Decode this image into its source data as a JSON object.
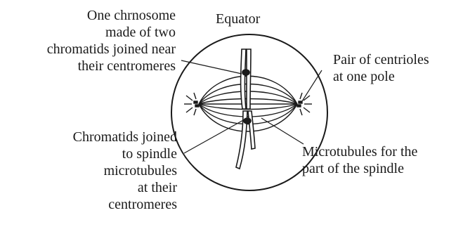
{
  "diagram": {
    "labels": {
      "equator": "Equator",
      "chromosome": [
        "One chrnosome",
        "made of two",
        "chromatids joined near",
        "their centromeres"
      ],
      "centrioles": [
        "Pair of centrioles",
        "at one pole"
      ],
      "chromatids_spindle": [
        "Chromatids joined",
        "to spindle",
        "microtubules",
        "at their",
        "centromeres"
      ],
      "microtubules": [
        "Microtubules for the",
        "part of the spindle"
      ]
    },
    "colors": {
      "ink": "#1a1a1a",
      "background": "#ffffff"
    }
  }
}
